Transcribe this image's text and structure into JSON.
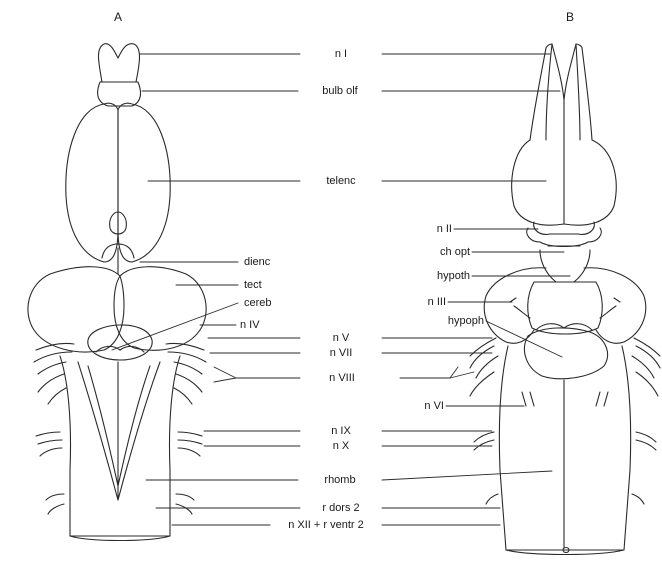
{
  "panels": {
    "left": "A",
    "right": "B"
  },
  "labels": {
    "n_I": "n I",
    "bulb_olf": "bulb olf",
    "telenc": "telenc",
    "dienc": "dienc",
    "tect": "tect",
    "cereb": "cereb",
    "n_IV": "n IV",
    "n_V": "n V",
    "n_VII": "n VII",
    "n_VIII": "n VIII",
    "n_IX": "n IX",
    "n_X": "n X",
    "rhomb": "rhomb",
    "r_dors_2": "r dors 2",
    "n_XII_r_ventr_2": "n XII + r ventr 2",
    "n_II": "n II",
    "ch_opt": "ch opt",
    "hypoth": "hypoth",
    "n_III": "n III",
    "hypoph": "hypoph",
    "n_VI": "n VI"
  }
}
